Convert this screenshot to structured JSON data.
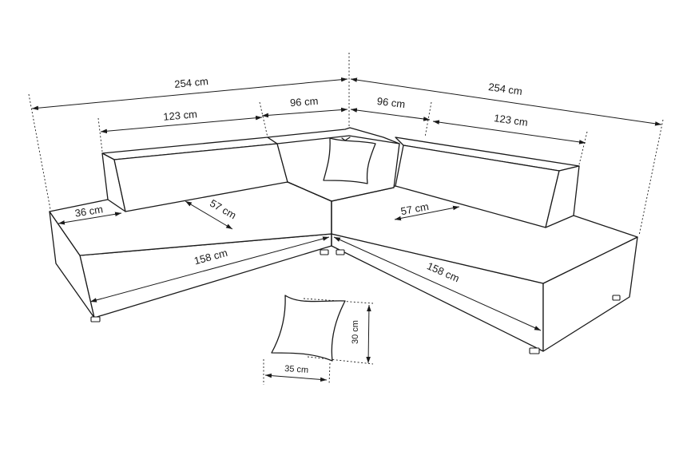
{
  "dimensions": {
    "total_width_left": "254 cm",
    "total_width_right": "254 cm",
    "back_left_outer": "123 cm",
    "back_left_inner": "96 cm",
    "back_right_inner": "96 cm",
    "back_right_outer": "123 cm",
    "arm_depth": "36 cm",
    "seat_depth_left": "57 cm",
    "seat_depth_right": "57 cm",
    "seat_length_left": "158 cm",
    "seat_length_right": "158 cm",
    "cushion_width": "35 cm",
    "cushion_height": "30 cm"
  }
}
